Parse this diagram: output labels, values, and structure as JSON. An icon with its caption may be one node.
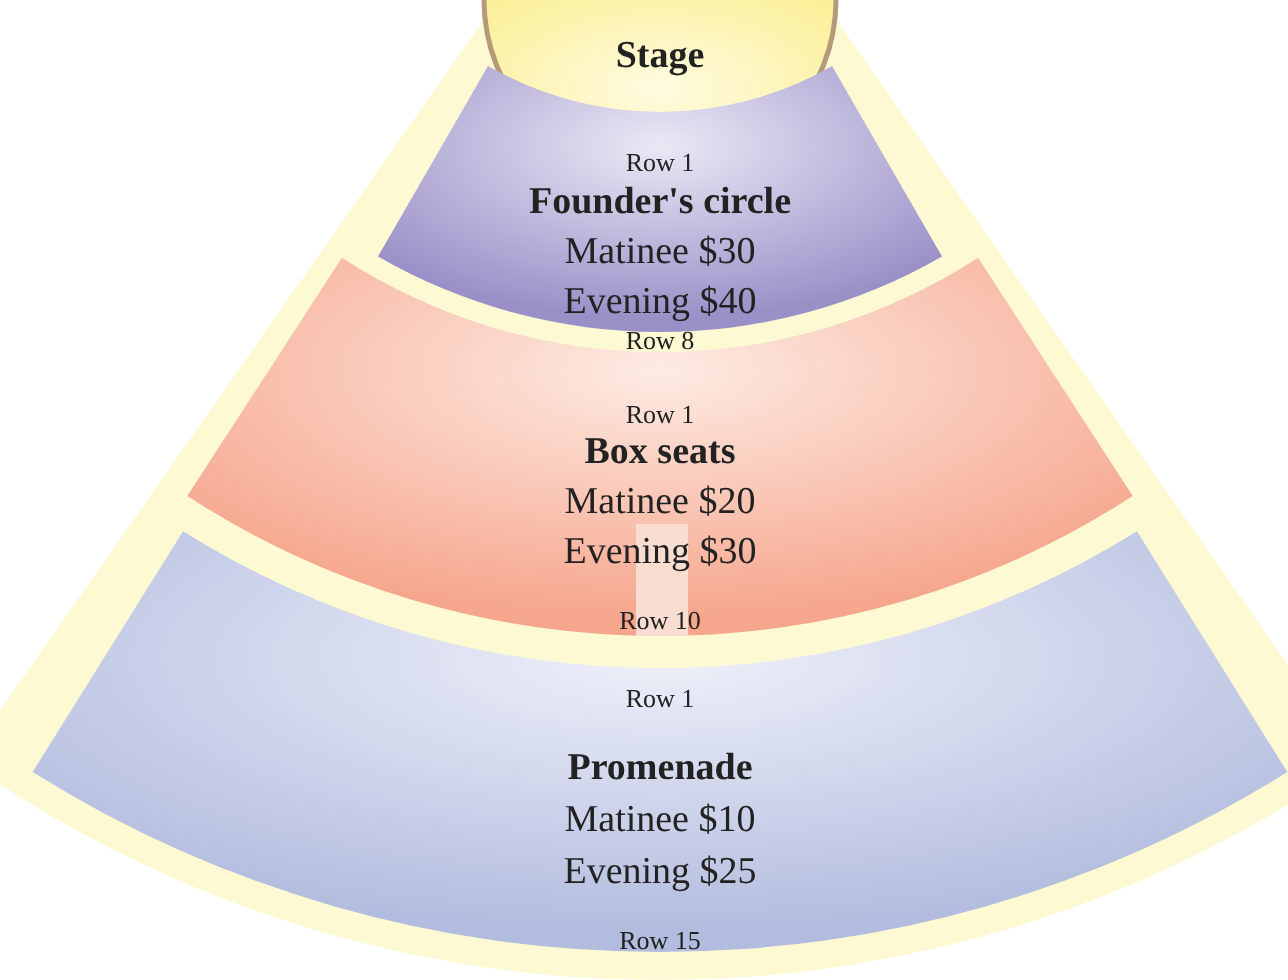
{
  "diagram": {
    "nodes": [
      {
        "text": [
          "Stage"
        ]
      },
      {
        "text": [
          "Row 1",
          "Founder's circle",
          "Matinee $30",
          "Evening $40",
          "Row 8"
        ]
      },
      {
        "text": [
          "Row 1",
          "Box seats",
          "Matinee $20",
          "Evening $30",
          "Row 10"
        ]
      },
      {
        "text": [
          "Row 1",
          "Promenade",
          "Matinee $10",
          "Evening $25",
          "Row 15"
        ]
      }
    ]
  }
}
